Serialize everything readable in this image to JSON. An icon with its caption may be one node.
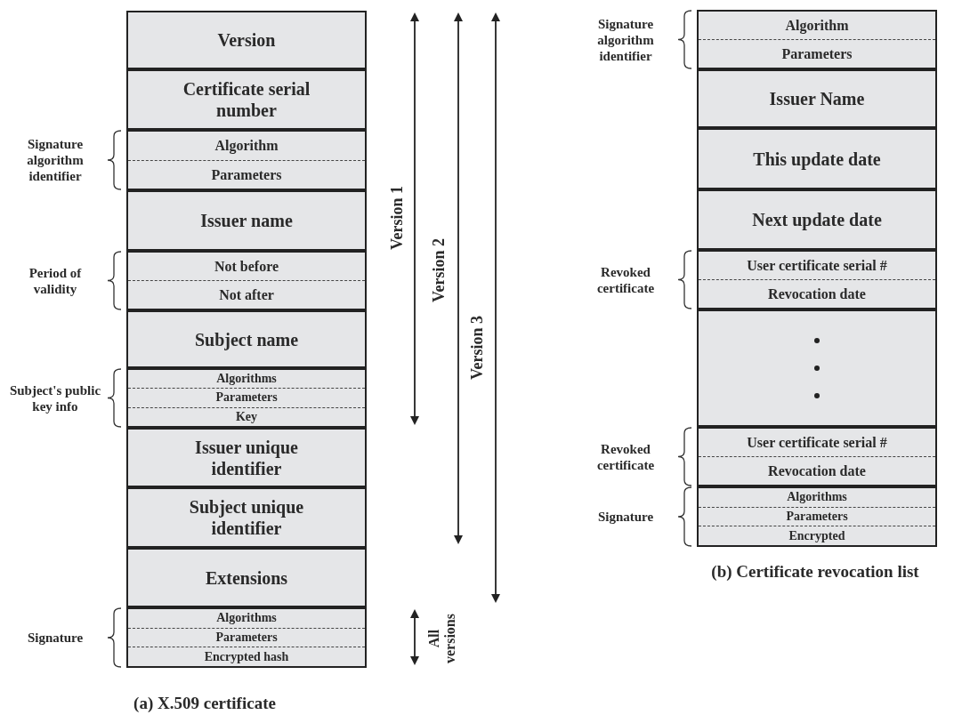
{
  "diagram": {
    "nodes": [
      {
        "text": [
          "Version"
        ]
      },
      {
        "text": [
          "Certificate serial number"
        ]
      },
      {
        "text": [
          "Algorithm",
          "Parameters"
        ],
        "beside": [
          "Signature algorithm identifier"
        ]
      },
      {
        "text": [
          "Issuer name"
        ]
      },
      {
        "text": [
          "Not before",
          "Not after"
        ],
        "beside": [
          "Period of validity"
        ]
      },
      {
        "text": [
          "Subject name"
        ]
      },
      {
        "text": [
          "Algorithms",
          "Parameters",
          "Key"
        ],
        "beside": [
          "Subject's public key info"
        ]
      },
      {
        "text": [
          "Issuer unique identifier"
        ]
      },
      {
        "text": [
          "Subject unique identifier"
        ]
      },
      {
        "text": [
          "Extensions"
        ]
      },
      {
        "text": [
          "Algorithms",
          "Parameters",
          "Encrypted hash"
        ],
        "beside": [
          "Signature"
        ]
      },
      {
        "text": [
          "Algorithm",
          "Parameters"
        ],
        "beside": [
          "Signature algorithm identifier"
        ]
      },
      {
        "text": [
          "Issuer Name"
        ]
      },
      {
        "text": [
          "This update date"
        ]
      },
      {
        "text": [
          "Next update date"
        ]
      },
      {
        "text": [
          "User certificate serial #",
          "Revocation date"
        ],
        "beside": [
          "Revoked certificate"
        ]
      },
      {
        "text": [],
        "shape": "box"
      },
      {
        "text": [
          "User certificate serial #",
          "Revocation date"
        ],
        "beside": [
          "Revoked certificate"
        ]
      },
      {
        "text": [
          "Algorithms",
          "Parameters",
          "Encrypted"
        ],
        "beside": [
          "Signature"
        ]
      }
    ],
    "labels": [
      "Version 1",
      "Version 2",
      "Version 3",
      "All versions",
      "(a) X.509 certificate",
      "(b) Certificate revocation list"
    ]
  }
}
